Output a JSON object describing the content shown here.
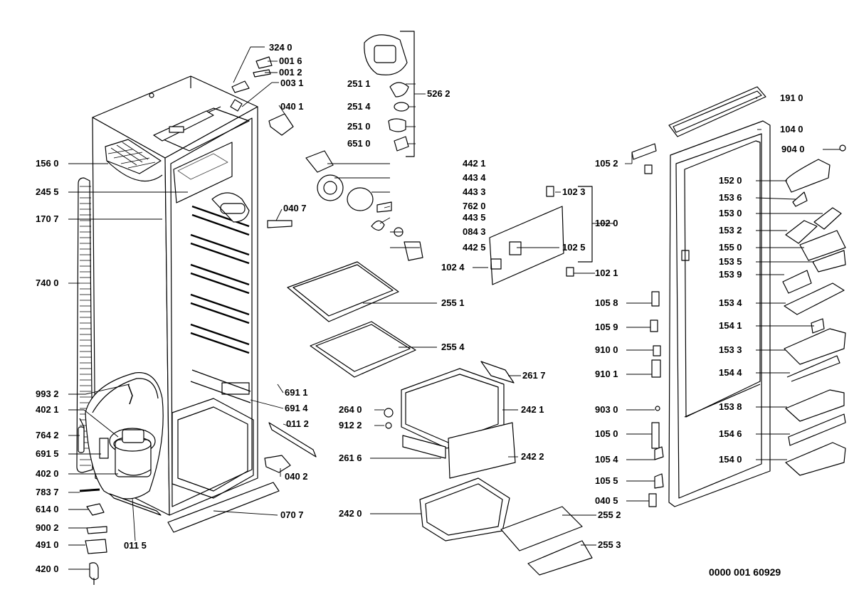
{
  "diagram": {
    "drawing_number": "0000 001 60929",
    "labels": {
      "p3240": "324 0",
      "p0016": "001 6",
      "p0012": "001 2",
      "p0031": "003 1",
      "p0401": "040 1",
      "p1560": "156 0",
      "p2455": "245 5",
      "p1707": "170 7",
      "p7400": "740 0",
      "p9932": "993 2",
      "p4021": "402 1",
      "p7642": "764 2",
      "p6915": "691 5",
      "p4020": "402 0",
      "p7837": "783 7",
      "p6140": "614 0",
      "p9002": "900 2",
      "p4910": "491 0",
      "p4200": "420 0",
      "p0115": "011 5",
      "p0707": "070 7",
      "p0402": "040 2",
      "p0112": "011 2",
      "p6914": "691 4",
      "p6911": "691 1",
      "p0407": "040 7",
      "p2511": "251 1",
      "p2514": "251 4",
      "p2510": "251 0",
      "p6510": "651 0",
      "p5262": "526 2",
      "p4421": "442 1",
      "p4434": "443 4",
      "p4433": "443 3",
      "p7620": "762 0",
      "p4435": "443 5",
      "p0843": "084 3",
      "p4425": "442 5",
      "p2551": "255 1",
      "p2554": "255 4",
      "p1023": "102 3",
      "p1020": "102 0",
      "p1025": "102 5",
      "p1024": "102 4",
      "p1021": "102 1",
      "p2617": "261 7",
      "p2421": "242 1",
      "p2640": "264 0",
      "p9122": "912 2",
      "p2616": "261 6",
      "p2422": "242 2",
      "p2420": "242 0",
      "p2552": "255 2",
      "p2553": "255 3",
      "p1052": "105 2",
      "p1058": "105 8",
      "p1059": "105 9",
      "p9100": "910 0",
      "p9101": "910 1",
      "p9030": "903 0",
      "p1050": "105 0",
      "p1054": "105 4",
      "p1055": "105 5",
      "p0405": "040 5",
      "p1910": "191 0",
      "p1040": "104 0",
      "p9040": "904 0",
      "p1520": "152 0",
      "p1536": "153 6",
      "p1530": "153 0",
      "p1532": "153 2",
      "p1550": "155 0",
      "p1535": "153 5",
      "p1539": "153 9",
      "p1534": "153 4",
      "p1541": "154 1",
      "p1533": "153 3",
      "p1544": "154 4",
      "p1538": "153 8",
      "p1546": "154 6",
      "p1540": "154 0"
    }
  }
}
